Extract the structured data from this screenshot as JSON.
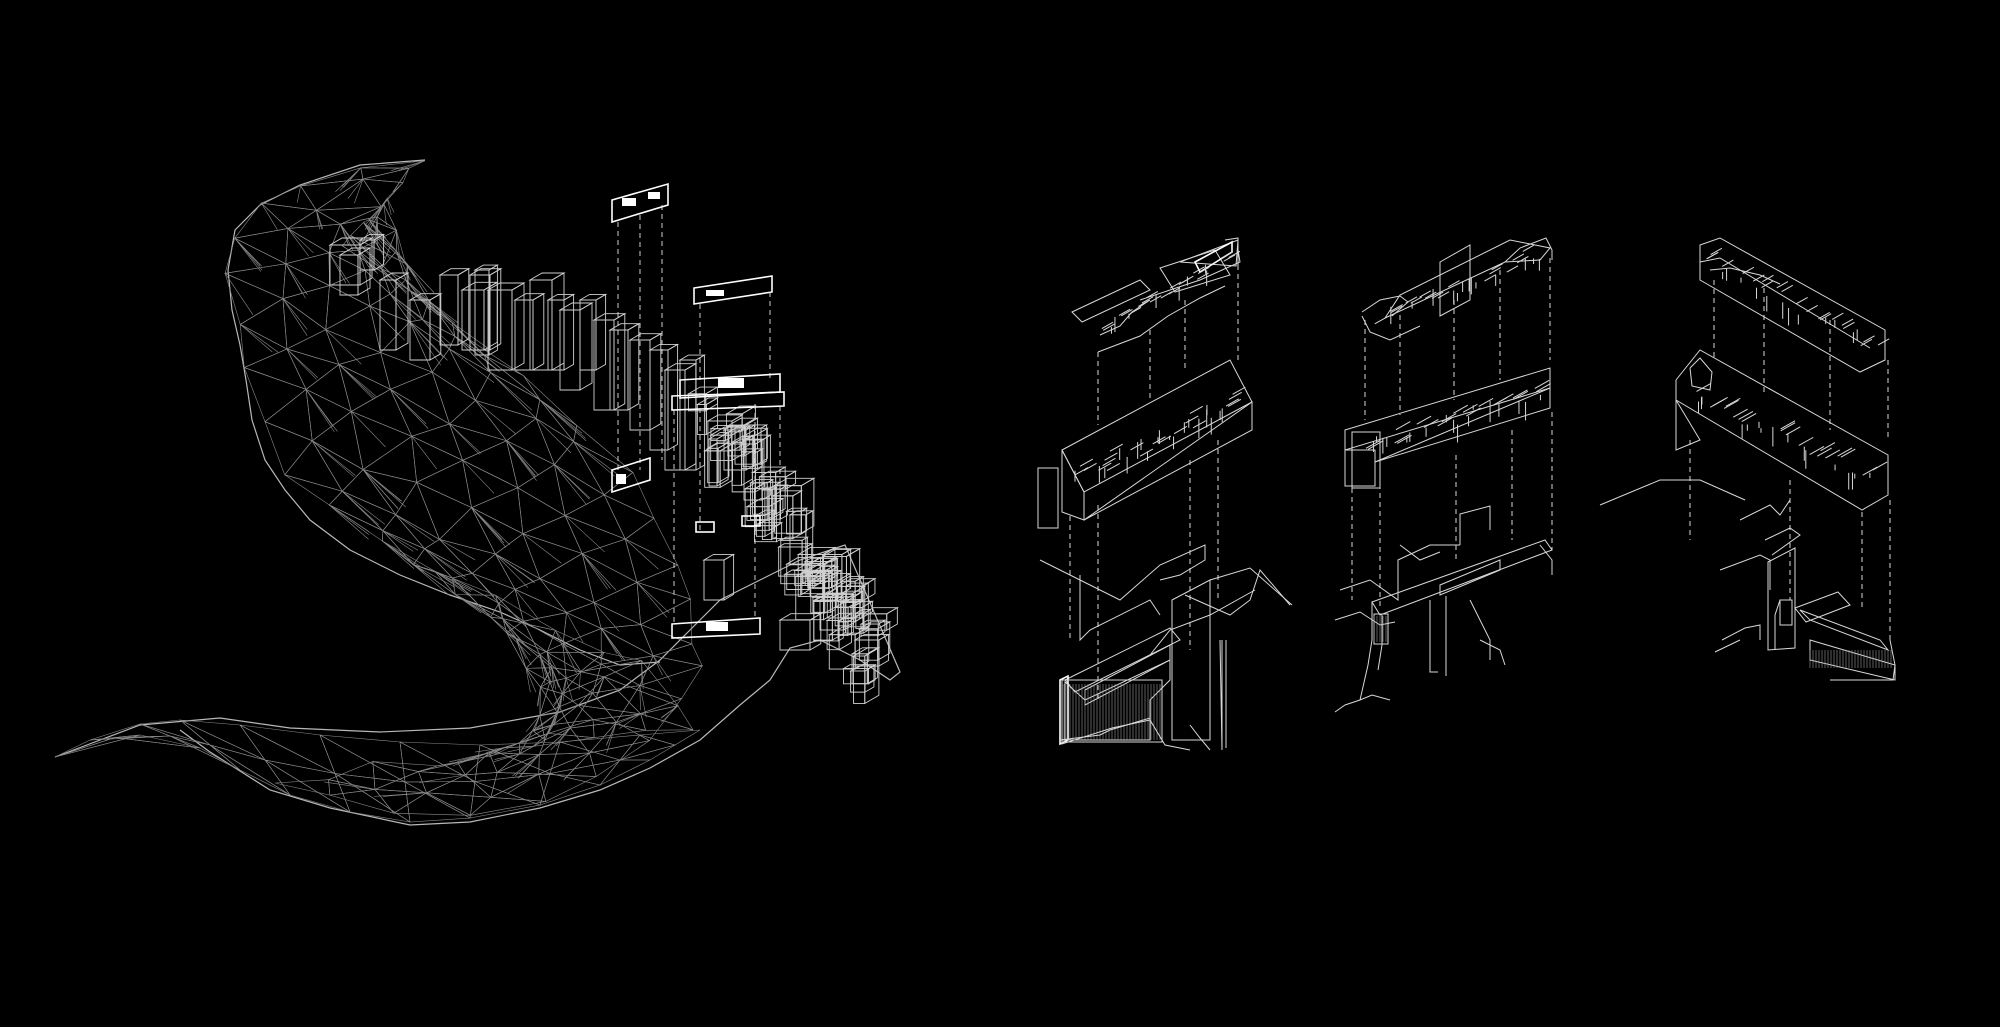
{
  "figure": {
    "background": "#000000",
    "line_color": "#ffffff",
    "panels": [
      {
        "id": "site-model"
      },
      {
        "id": "exploded-section-1"
      },
      {
        "id": "exploded-section-2"
      },
      {
        "id": "exploded-section-3"
      }
    ]
  }
}
